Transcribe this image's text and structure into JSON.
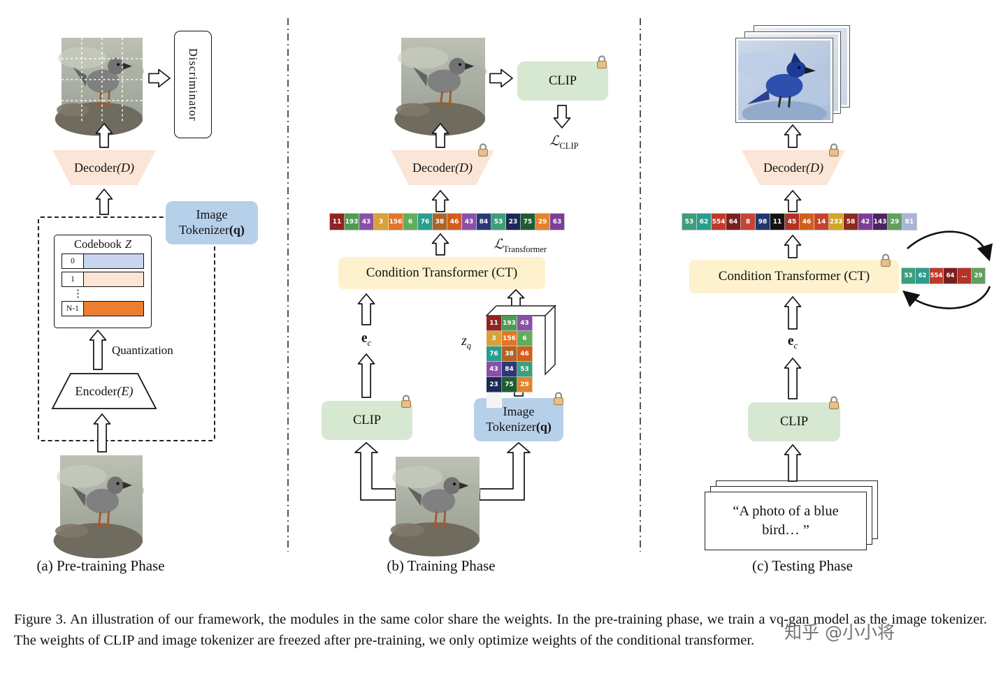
{
  "colors": {
    "decoder_fill": "#fbe5d6",
    "clip_fill": "#d7e8d2",
    "tokenizer_fill": "#b7d0ea",
    "transformer_fill": "#fdf2cd",
    "codebook_row_0": "#c9d6ef",
    "codebook_row_1": "#fbe5d6",
    "codebook_row_n": "#ed7d31"
  },
  "icons": {
    "lock": "padlock-frozen-weights",
    "arrow": "block-flow-arrow",
    "loop": "autoregressive-cycle-arrows"
  },
  "panel_a": {
    "phase_label": "(a) Pre-training Phase",
    "discriminator": "Discriminator",
    "decoder": {
      "name": "Decoder",
      "var": "(D)"
    },
    "encoder": {
      "name": "Encoder",
      "var": "(E)"
    },
    "tokenizer": {
      "line1": "Image",
      "line2": "Tokenizer",
      "var": "(q)"
    },
    "codebook": {
      "title": "Codebook",
      "var": "Z",
      "rows": [
        {
          "index": "0",
          "color": "#c9d6ef"
        },
        {
          "index": "1",
          "color": "#fbe5d6"
        },
        {
          "index": "N-1",
          "color": "#ed7d31"
        }
      ],
      "dots": "⋮"
    },
    "quantization": "Quantization"
  },
  "panel_b": {
    "phase_label": "(b) Training Phase",
    "clip_top": "CLIP",
    "clip_bottom": "CLIP",
    "decoder": {
      "name": "Decoder",
      "var": "(D)"
    },
    "tokenizer": {
      "line1": "Image",
      "line2": "Tokenizer",
      "var": "(q)"
    },
    "ct": "Condition Transformer (CT)",
    "loss_clip": {
      "main": "ℒ",
      "sub": "CLIP"
    },
    "loss_transformer": {
      "main": "ℒ",
      "sub": "Transformer"
    },
    "ec": {
      "main": "e",
      "sub": "c"
    },
    "zq": {
      "main": "z",
      "sub": "q"
    },
    "token_strip": [
      {
        "v": "11",
        "c": "#8f2423"
      },
      {
        "v": "193",
        "c": "#4e9a51"
      },
      {
        "v": "43",
        "c": "#8a4fa8"
      },
      {
        "v": "3",
        "c": "#d8a13c"
      },
      {
        "v": "156",
        "c": "#e0762a"
      },
      {
        "v": "6",
        "c": "#62ad5b"
      },
      {
        "v": "76",
        "c": "#2a9d8f"
      },
      {
        "v": "38",
        "c": "#b06326"
      },
      {
        "v": "46",
        "c": "#cf5f1e"
      },
      {
        "v": "43",
        "c": "#8a4fa8"
      },
      {
        "v": "84",
        "c": "#2a3a74"
      },
      {
        "v": "53",
        "c": "#3e9e7a"
      },
      {
        "v": "23",
        "c": "#1b2a52"
      },
      {
        "v": "75",
        "c": "#1f5c33"
      },
      {
        "v": "29",
        "c": "#e2842f"
      },
      {
        "v": "63",
        "c": "#7c3f98"
      }
    ],
    "zq_grid": [
      {
        "v": "11",
        "c": "#8f2423"
      },
      {
        "v": "193",
        "c": "#4e9a51"
      },
      {
        "v": "43",
        "c": "#8a4fa8"
      },
      {
        "v": "3",
        "c": "#d8a13c"
      },
      {
        "v": "156",
        "c": "#e0762a"
      },
      {
        "v": "6",
        "c": "#62ad5b"
      },
      {
        "v": "76",
        "c": "#2a9d8f"
      },
      {
        "v": "38",
        "c": "#b06326"
      },
      {
        "v": "46",
        "c": "#cf5f1e"
      },
      {
        "v": "43",
        "c": "#8a4fa8"
      },
      {
        "v": "84",
        "c": "#2a3a74"
      },
      {
        "v": "53",
        "c": "#3e9e7a"
      },
      {
        "v": "23",
        "c": "#1b2a52"
      },
      {
        "v": "75",
        "c": "#1f5c33"
      },
      {
        "v": "29",
        "c": "#e2842f"
      },
      {
        "v": "",
        "c": "#f4f4f4"
      }
    ]
  },
  "panel_c": {
    "phase_label": "(c) Testing Phase",
    "clip": "CLIP",
    "decoder": {
      "name": "Decoder",
      "var": "(D)"
    },
    "ct": "Condition Transformer (CT)",
    "ec": {
      "main": "e",
      "sub": "c"
    },
    "prompt": "“A photo of a blue bird… ”",
    "token_strip": [
      {
        "v": "53",
        "c": "#3e9e7a"
      },
      {
        "v": "62",
        "c": "#2a9d8f"
      },
      {
        "v": "554",
        "c": "#c03a2b"
      },
      {
        "v": "64",
        "c": "#7b1f1f"
      },
      {
        "v": "8",
        "c": "#c44536"
      },
      {
        "v": "98",
        "c": "#20386e"
      },
      {
        "v": "11",
        "c": "#141414"
      },
      {
        "v": "45",
        "c": "#b33326"
      },
      {
        "v": "46",
        "c": "#cf5f1e"
      },
      {
        "v": "14",
        "c": "#c2452d"
      },
      {
        "v": "233",
        "c": "#d2a62c"
      },
      {
        "v": "58",
        "c": "#8c2b21"
      },
      {
        "v": "42",
        "c": "#7c3f98"
      },
      {
        "v": "143",
        "c": "#4a2560"
      },
      {
        "v": "29",
        "c": "#5fa05f"
      },
      {
        "v": "81",
        "c": "#a9b4d8"
      }
    ],
    "loop_strip": [
      {
        "v": "53",
        "c": "#3e9e7a"
      },
      {
        "v": "62",
        "c": "#2a9d8f"
      },
      {
        "v": "554",
        "c": "#c03a2b"
      },
      {
        "v": "64",
        "c": "#7b1f1f"
      },
      {
        "v": "…",
        "c": "#b33326"
      },
      {
        "v": "29",
        "c": "#5fa05f"
      }
    ]
  },
  "caption": "Figure 3. An illustration of our framework, the modules in the same color share the weights. In the pre-training phase, we train a vq-gan model as the image tokenizer. The weights of CLIP and image tokenizer are freezed after pre-training, we only optimize weights of the conditional transformer.",
  "watermark": "知乎 @小小将"
}
